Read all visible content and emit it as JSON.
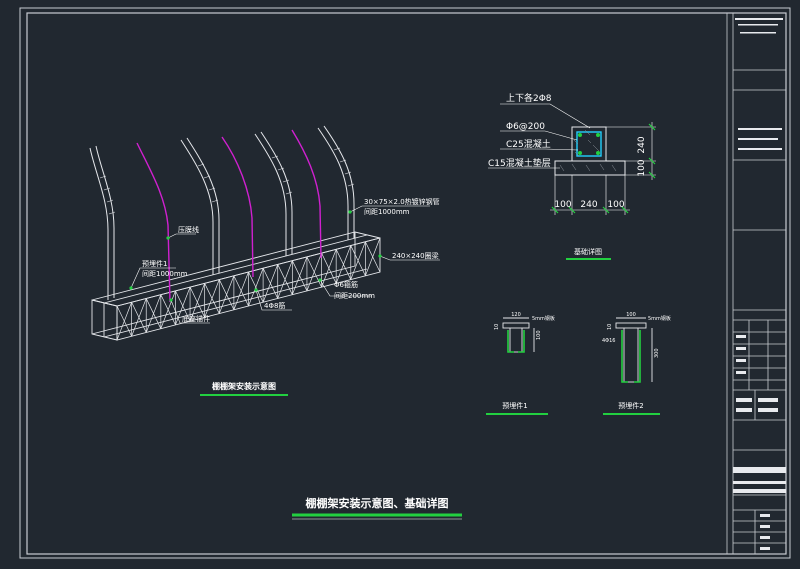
{
  "main_title": "棚棚架安装示意图、基础详图",
  "iso_view": {
    "caption": "棚棚架安装示意图",
    "labels": {
      "steel_pipe": "30×75×2.0热镀锌钢管",
      "steel_pipe_spacing": "间距1000mm",
      "ring_beam": "240×240圈梁",
      "stirrup": "Φ6箍筋",
      "stirrup_spacing": "间距200mm",
      "main_rebar": "4Φ8筋",
      "pressure_bar": "压膜线",
      "embedded_part": "预埋件1",
      "embedded_spacing": "间距1000mm",
      "anchor_bolt": "底座锚件"
    }
  },
  "section_view": {
    "caption": "基础详图",
    "rebar": "上下各2Φ8",
    "stirrup": "Φ6@200",
    "concrete": "C25混凝土",
    "cushion": "C15混凝土垫层",
    "dim_height_1": "240",
    "dim_height_2": "100",
    "dim_width_1": "100",
    "dim_width_2": "240",
    "dim_width_3": "100"
  },
  "detail_1": {
    "caption": "预埋件1",
    "dim_top": "120",
    "dim_left": "10",
    "dim_side": "100",
    "label": "5mm钢板"
  },
  "detail_2": {
    "caption": "预埋件2",
    "dim_top": "100",
    "dim_left": "10",
    "dim_side": "300",
    "label": "5mm钢板",
    "rebar": "4Φ16"
  }
}
